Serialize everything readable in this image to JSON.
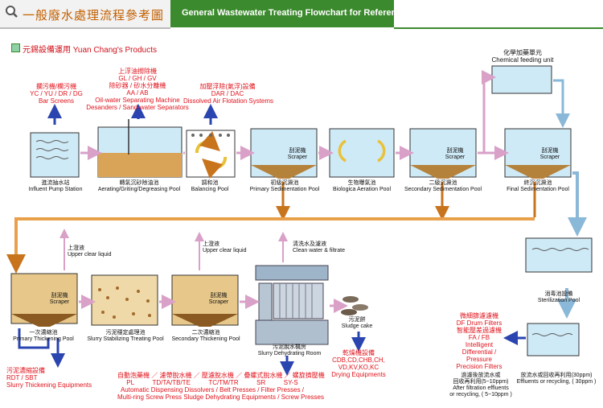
{
  "header": {
    "title_zh": "一般廢水處理流程參考圖",
    "title_en": "General Wastewater Treating Flowchart  for Reference"
  },
  "legend": {
    "label": "元錫設備運用 Yuan Chang's Products"
  },
  "products": {
    "bar_screens": {
      "zh": "攔污機/欄污機",
      "codes": "YC / YU / DR / DG",
      "en": "Bar Screens"
    },
    "oil_separator": {
      "zh": "上浮油撈除機",
      "codes1": "GL / GH / GV",
      "zh2": "除砂器 / 砂水分離機",
      "codes2": "AA / AB",
      "en1": "Oil-water Separating Machine",
      "en2": "Desanders / Sand-water Separators"
    },
    "daf": {
      "zh": "加壓浮除(氣浮)設備",
      "codes": "DAR / DAC",
      "en": "Dissolved Air Flotation Systems"
    },
    "chemical": {
      "zh": "化學加藥單元",
      "en": "Chemical feeding unit"
    },
    "thickening": {
      "zh": "污泥濃縮設備",
      "codes": "RDT / SBT",
      "en": "Slurry Thickening Equipments"
    },
    "dewatering": {
      "zh": "自動泡藥機 ／ 濾帶脫水機 ／ 壓濾脫水機 ／ 疊螺式脫水機 ／ 螺旋擠壓機",
      "codes": [
        "PL",
        "TD/TA/TB/TE",
        "TC/TM/TR",
        "SR",
        "SY-S"
      ],
      "en1": "Automatic Dispensing Dissolvers / Belt Presses / Filter Presses /",
      "en2": "Multi-ring Screw Press Sludge Dehydrating Equipments / Screw Presses"
    },
    "drying": {
      "zh": "乾燥機設備",
      "codes": "CDB,CD,CHB,CH,",
      "codes2": "VD,KV,KO,KC",
      "en": "Drying Equipments"
    },
    "filters": {
      "zh1": "微細篩濾濾機",
      "en1": "DF  Drum Filters",
      "zh2": "智能壓差過濾機",
      "codes": "FA / FB",
      "en2": "Intelligent",
      "en3": "Differential /",
      "en4": "Pressure",
      "en5": "Precision Filters"
    }
  },
  "tanks": {
    "influent": {
      "zh": "進流抽水站",
      "en": "Influent Pump Station"
    },
    "aerating": {
      "zh": "轉氣沉砂除油池",
      "en": "Aerating/Griting/Degreasing Pool"
    },
    "balancing": {
      "zh": "調和池",
      "en": "Balancing  Pool"
    },
    "primary": {
      "zh": "初級沉澱池",
      "en": "Primary Sedimentation Pool",
      "scraper_zh": "刮泥機",
      "scraper_en": "Scraper"
    },
    "aeration": {
      "zh": "生物曝氣池",
      "en": "Biologica Aeration Pool"
    },
    "secondary": {
      "zh": "二級沉澱池",
      "en": "Secondary Sedimentation Pool",
      "scraper_zh": "刮泥機",
      "scraper_en": "Scraper"
    },
    "final": {
      "zh": "終沉沉澱池",
      "en": "Final Sedimentation Pool",
      "scraper_zh": "刮泥機",
      "scraper_en": "Scraper"
    },
    "sterilization": {
      "zh": "消毒池設備",
      "en": "Sterilization Pool"
    },
    "effluent": {
      "zh": "放流水或回收再利用(30ppm)",
      "en": "Effluents or recycling, ( 30ppm )",
      "hl": "30ppm"
    },
    "thickening_pool": {
      "zh": "一次濃縮池",
      "en": "Primary Thickening Pool",
      "scraper_zh": "刮泥機",
      "scraper_en": "Scraper"
    },
    "stabilizing": {
      "zh": "污泥穩定處理池",
      "en": "Slurry Stabilizing Treating Pool"
    },
    "secondary_thick": {
      "zh": "二次濃縮池",
      "en": "Secondary Thickening Pool",
      "scraper_zh": "刮泥機",
      "scraper_en": "Scraper"
    },
    "dehydrating": {
      "zh": "污泥脫水機房",
      "en": "Slurry Dehydrating Room"
    },
    "cake": {
      "zh": "污泥餅",
      "en": "Sludge cake"
    },
    "after_filter": {
      "zh1": "過濾後放流水或",
      "zh2": "回收再利用(5~10ppm)",
      "en1": "After filtration effluents",
      "en2": "or recycling, ( 5~10ppm )"
    }
  },
  "flow": {
    "upper_clear_1_zh": "上澄液",
    "upper_clear_1_en": "Upper clear liquid",
    "upper_clear_2_zh": "上澄液",
    "upper_clear_2_en": "Upper clear liquid",
    "filtrate_zh": "清洗水及濾液",
    "filtrate_en": "Clean water & filtrate"
  },
  "colors": {
    "header_green": "#3c8a2e",
    "title_orange": "#c26000",
    "product_red": "#e0141d",
    "arrow_blue": "#2a44b0",
    "water_blue": "#cfeaf7",
    "sludge": "#b5823c",
    "flow_orange": "#e8a04a"
  }
}
